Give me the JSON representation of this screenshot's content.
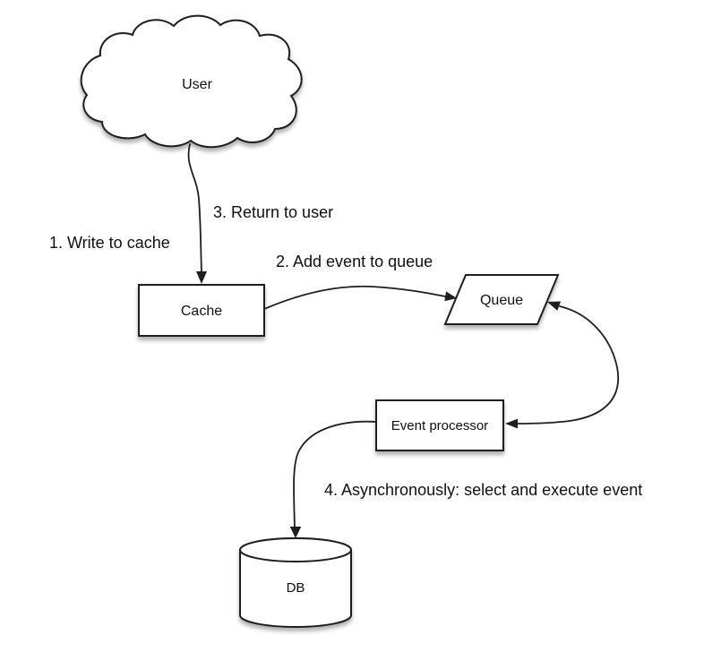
{
  "colors": {
    "bg": "#ffffff",
    "stroke": "#1e1e1e",
    "text": "#101010",
    "shape_fill": "#ffffff"
  },
  "nodes": {
    "user": {
      "label": "User",
      "shape": "cloud"
    },
    "cache": {
      "label": "Cache",
      "shape": "rectangle"
    },
    "queue": {
      "label": "Queue",
      "shape": "parallelogram"
    },
    "event_processor": {
      "label": "Event processor",
      "shape": "rectangle"
    },
    "db": {
      "label": "DB",
      "shape": "cylinder"
    }
  },
  "annotations": {
    "step1": "1. Write to cache",
    "step2": "2. Add event to queue",
    "step3": "3. Return to user",
    "step4": "4. Asynchronously: select and execute event"
  },
  "edges": [
    {
      "from": "User",
      "to": "Cache",
      "style": "curved",
      "arrowheads": "end"
    },
    {
      "from": "Cache",
      "to": "Queue",
      "style": "curved",
      "arrowheads": "end"
    },
    {
      "from": "Queue",
      "to": "Event processor",
      "style": "curved",
      "arrowheads": "both"
    },
    {
      "from": "Event processor",
      "to": "DB",
      "style": "curved",
      "arrowheads": "end"
    }
  ]
}
